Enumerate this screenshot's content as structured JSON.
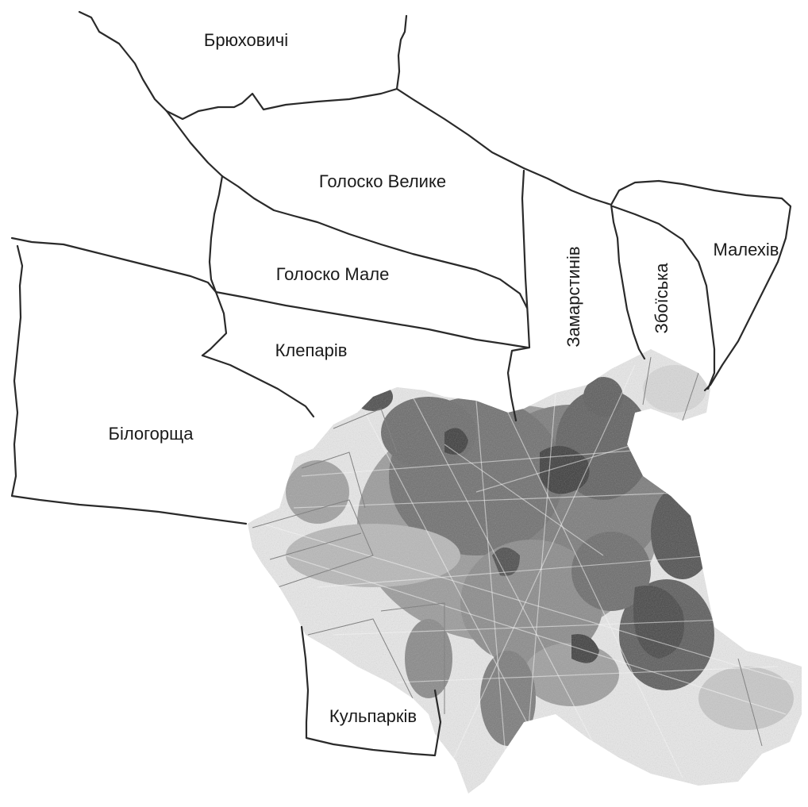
{
  "map": {
    "regions": [
      {
        "id": "bryukhovychi",
        "label": "Брюховичі"
      },
      {
        "id": "golosko-velyke",
        "label": "Голоско Велике"
      },
      {
        "id": "golosko-male",
        "label": "Голоско Мале"
      },
      {
        "id": "kleparyv",
        "label": "Клепарів"
      },
      {
        "id": "bilogorshcha",
        "label": "Білогорща"
      },
      {
        "id": "zamarstyniv",
        "label": "Замарстинів"
      },
      {
        "id": "zboiska",
        "label": "Збоїська"
      },
      {
        "id": "malekhiv",
        "label": "Малехів"
      },
      {
        "id": "kulparkiv",
        "label": "Кульпарків"
      }
    ],
    "colors": {
      "background": "#ffffff",
      "border": "#2a2a2a",
      "urban_dark": "#3a3a3a",
      "urban_mid": "#6e6e6e",
      "urban_light": "#b5b5b5"
    }
  }
}
